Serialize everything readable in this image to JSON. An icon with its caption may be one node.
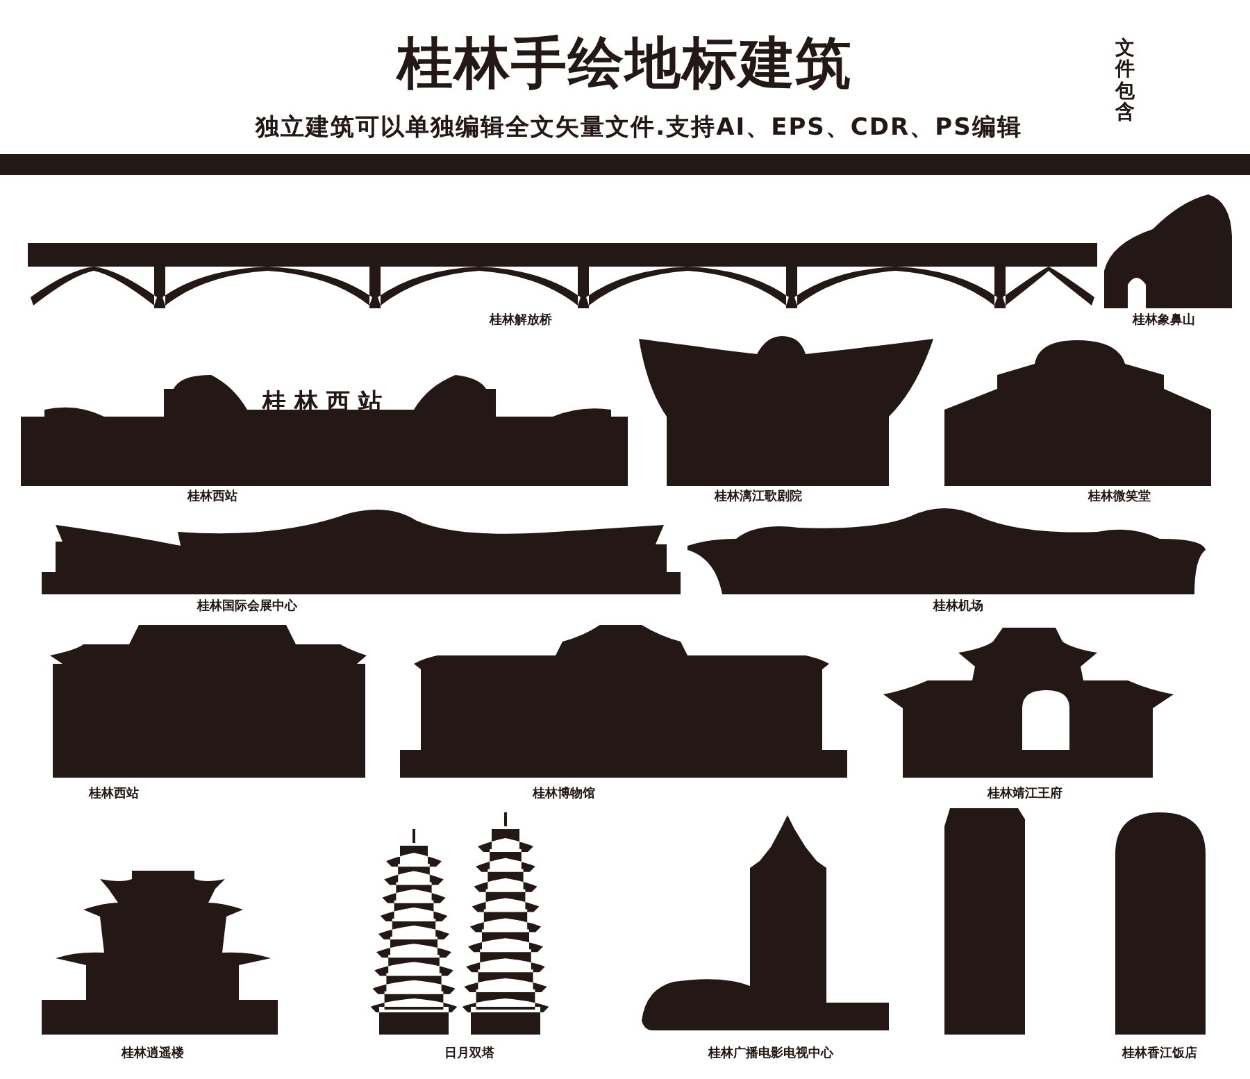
{
  "diagram": {
    "title": "桂林手绘地标建筑",
    "nodes": [
      {
        "text": [],
        "shape": "bar"
      }
    ],
    "labels": [
      "独立建筑可以单独编辑全文矢量文件.支持AI、EPS、CDR、PS编辑",
      "文件包含",
      "桂林解放桥",
      "桂林象鼻山",
      "桂林西站",
      "桂林西站",
      "桂林漓江歌剧院",
      "桂林微笑堂",
      "桂林国际会展中心",
      "桂林机场",
      "桂林西站",
      "桂林博物馆",
      "桂林靖江王府",
      "桂林逍遥楼",
      "日月双塔",
      "桂林广播电影电视中心",
      "桂林香江饭店"
    ]
  }
}
